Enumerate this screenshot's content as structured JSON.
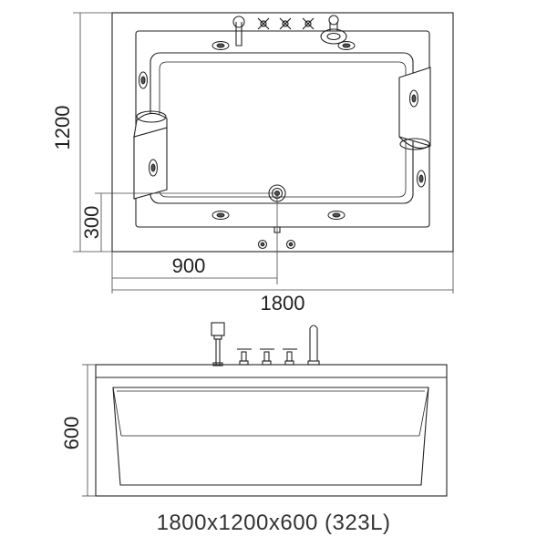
{
  "top_view": {
    "length_label": "1800",
    "width_label": "1200",
    "drain_x_label": "900",
    "drain_y_label": "300"
  },
  "side_view": {
    "height_label": "600"
  },
  "caption": "1800x1200x600 (323L)",
  "colors": {
    "line": "#222222",
    "shade": "#555555",
    "fill": "#ffffff"
  }
}
